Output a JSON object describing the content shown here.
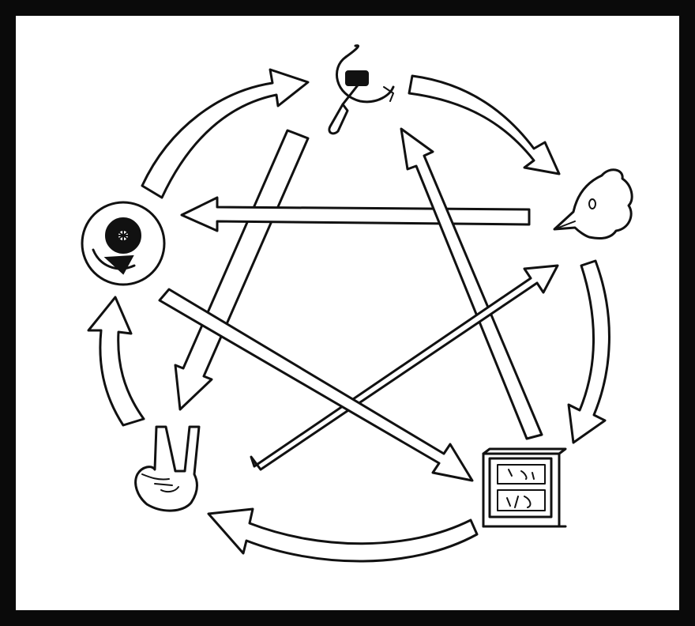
{
  "colors": {
    "frame": "#0a0a0a",
    "ink": "#111111",
    "paper": "#ffffff"
  },
  "diagram": {
    "nodes": [
      {
        "id": "hammer-sickle",
        "icon": "hammer-and-sickle-icon"
      },
      {
        "id": "bird",
        "icon": "bird-head-icon"
      },
      {
        "id": "window",
        "icon": "window-panel-icon"
      },
      {
        "id": "peace-hand",
        "icon": "peace-sign-hand-icon"
      },
      {
        "id": "eye-face",
        "icon": "eye-face-icon"
      }
    ],
    "cycle_arrows": [
      {
        "from": "eye-face",
        "to": "hammer-sickle"
      },
      {
        "from": "hammer-sickle",
        "to": "bird"
      },
      {
        "from": "bird",
        "to": "window"
      },
      {
        "from": "window",
        "to": "peace-hand"
      },
      {
        "from": "peace-hand",
        "to": "eye-face"
      }
    ],
    "star_arrows": [
      {
        "from": "hammer-sickle",
        "to": "peace-hand"
      },
      {
        "from": "bird",
        "to": "eye-face"
      },
      {
        "from": "window",
        "to": "hammer-sickle"
      },
      {
        "from": "peace-hand",
        "to": "bird"
      },
      {
        "from": "eye-face",
        "to": "window"
      }
    ]
  }
}
